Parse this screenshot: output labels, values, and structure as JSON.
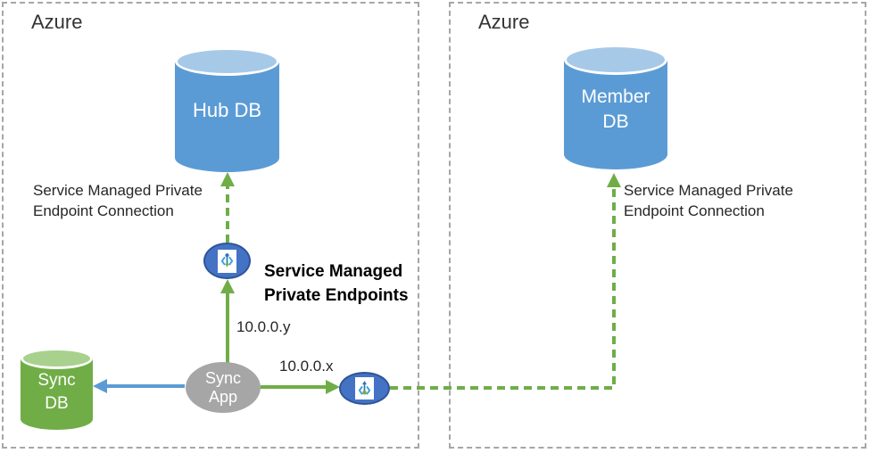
{
  "regions": {
    "left": {
      "label": "Azure"
    },
    "right": {
      "label": "Azure"
    }
  },
  "nodes": {
    "hub_db": {
      "label": "Hub DB"
    },
    "member_db": {
      "line1": "Member",
      "line2": "DB"
    },
    "sync_db": {
      "line1": "Sync",
      "line2": "DB"
    },
    "sync_app": {
      "line1": "Sync",
      "line2": "App"
    }
  },
  "annotations": {
    "left_connection": {
      "line1": "Service Managed Private",
      "line2": "Endpoint Connection"
    },
    "right_connection": {
      "line1": "Service Managed Private",
      "line2": "Endpoint Connection"
    },
    "endpoints_title": {
      "line1": "Service Managed",
      "line2": "Private Endpoints"
    },
    "ip_y": "10.0.0.y",
    "ip_x": "10.0.0.x"
  },
  "icons": {
    "private_endpoint": "angle-brackets-with-pin"
  },
  "colors": {
    "db_blue": "#5b9bd5",
    "db_blue_top": "#a7c9e8",
    "db_green": "#70ad47",
    "db_green_top": "#a9d18e",
    "app_gray": "#a6a6a6",
    "endpoint_fill": "#4472c4",
    "endpoint_border": "#2f5597",
    "arrow_green": "#70ad47",
    "arrow_blue": "#5b9bd5",
    "region_border_gray": "#a6a6a6",
    "text_dark": "#262626"
  }
}
